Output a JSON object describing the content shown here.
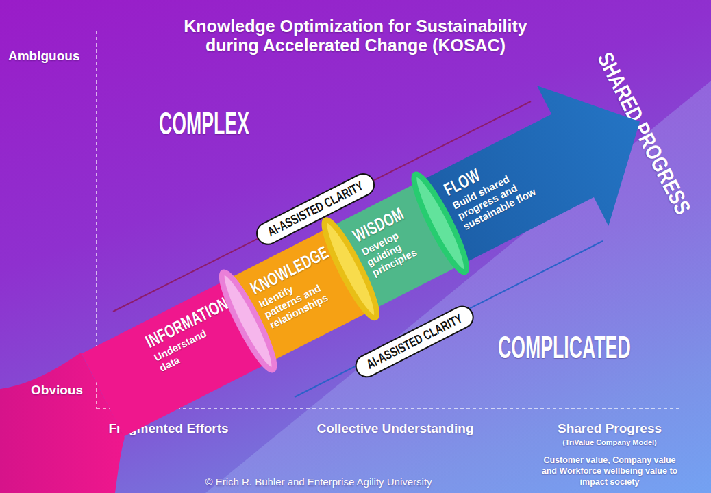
{
  "diagram": {
    "title": "Knowledge Optimization for Sustainability during Accelerated Change (KOSAC)",
    "nodes": [
      {
        "text": [
          "INFORMATION",
          "Understand data"
        ]
      },
      {
        "text": [
          "KNOWLEDGE",
          "Identify patterns and relationships"
        ]
      },
      {
        "text": [
          "WISDOM",
          "Develop guiding principles"
        ]
      },
      {
        "text": [
          "FLOW",
          "Build shared progress and sustainable flow"
        ]
      },
      {
        "text": [
          "AI-ASSISTED CLARITY"
        ]
      },
      {
        "text": [
          "AI-ASSISTED CLARITY"
        ]
      }
    ],
    "labels": [
      "Ambiguous",
      "Obvious",
      "COMPLEX",
      "COMPLICATED",
      "SHARED PROGRESS",
      "Fragmented Efforts",
      "Collective Understanding",
      "Shared Progress",
      "(TriValue Company Model)",
      "Customer value, Company value and Workforce wellbeing value to impact society",
      "© Erich R. Bühler and Enterprise Agility University"
    ]
  }
}
